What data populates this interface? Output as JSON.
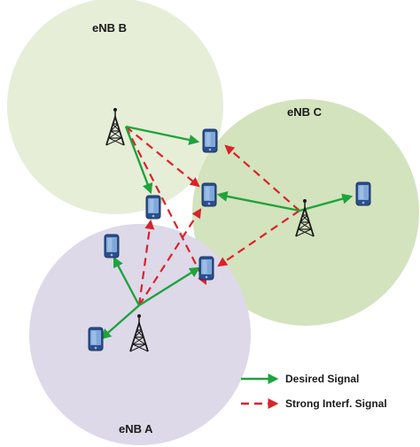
{
  "cells": [
    {
      "id": "B",
      "label": "eNB B",
      "fill": "#e6eed8"
    },
    {
      "id": "C",
      "label": "eNB C",
      "fill": "#d3e3bd"
    },
    {
      "id": "A",
      "label": "eNB A",
      "fill": "#ddd9e9"
    }
  ],
  "legend": {
    "desired_label": "Desired Signal",
    "interference_label": "Strong Interf. Signal"
  },
  "colors": {
    "desired": "#1fa33c",
    "interference": "#d9232a",
    "tower": "#1a1a1a",
    "phone_body": "#2b4f8c",
    "phone_screen": "#7fa8d9"
  },
  "icons": [
    "cell-tower-icon",
    "mobile-phone-icon"
  ]
}
